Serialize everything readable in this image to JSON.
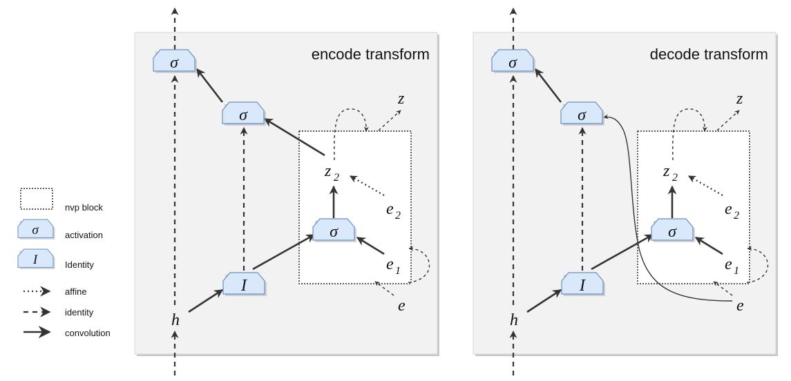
{
  "panels": [
    {
      "title": "encode transform",
      "labels": {
        "h": "h",
        "z": "z",
        "z2": "z",
        "z2_sub": "2",
        "e": "e",
        "e1": "e",
        "e1_sub": "1",
        "e2": "e",
        "e2_sub": "2"
      },
      "nodes": {
        "top": "σ",
        "mid": "σ",
        "nvp": "σ",
        "identity": "I"
      }
    },
    {
      "title": "decode transform",
      "labels": {
        "h": "h",
        "z": "z",
        "z2": "z",
        "z2_sub": "2",
        "e": "e",
        "e1": "e",
        "e1_sub": "1",
        "e2": "e",
        "e2_sub": "2"
      },
      "nodes": {
        "top": "σ",
        "mid": "σ",
        "nvp": "σ",
        "identity": "I"
      }
    }
  ],
  "legend": {
    "nvp_block": "nvp block",
    "activation": "activation",
    "activation_symbol": "σ",
    "identity": "Identity",
    "identity_symbol": "I",
    "affine": "affine",
    "identity_arrow": "identity",
    "convolution": "convolution"
  },
  "colors": {
    "node_fill": "#dae8fc",
    "node_stroke": "#6c8ebf",
    "panel_bg": "#f2f2f2",
    "line": "#333333"
  }
}
